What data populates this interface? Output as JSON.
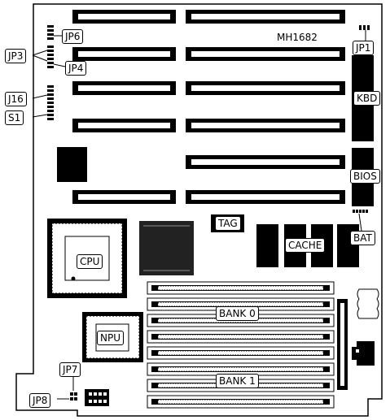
{
  "board": {
    "model": "MH1682"
  },
  "labels": {
    "jp6": "JP6",
    "jp3": "JP3",
    "jp4": "JP4",
    "jp1": "JP1",
    "j16": "J16",
    "s1": "S1",
    "kbd": "KBD",
    "bios": "BIOS",
    "tag": "TAG",
    "cache": "CACHE",
    "bat": "BAT",
    "cpu": "CPU",
    "npu": "NPU",
    "bank0": "BANK 0",
    "bank1": "BANK 1",
    "jp7": "JP7",
    "jp8": "JP8"
  }
}
